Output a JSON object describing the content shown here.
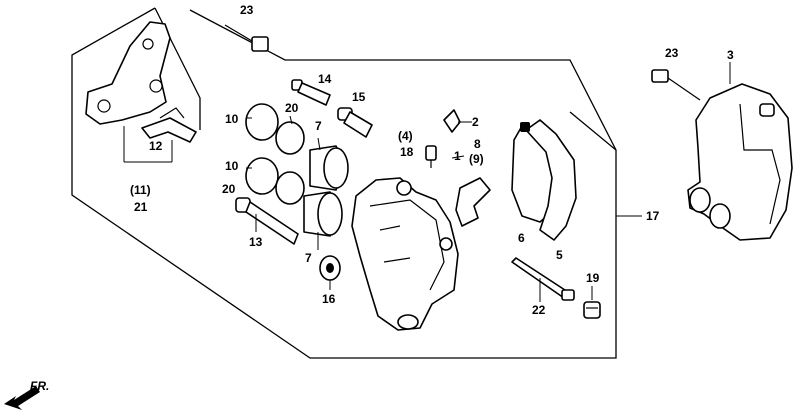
{
  "labels": {
    "l23a": "23",
    "l23b": "23",
    "l3": "3",
    "l14": "14",
    "l15": "15",
    "l20a": "20",
    "l20b": "20",
    "l10a": "10",
    "l10b": "10",
    "l7a": "7",
    "l7b": "7",
    "l12": "12",
    "l11": "(11)",
    "l21": "21",
    "l4": "(4)",
    "l18": "18",
    "l2": "2",
    "l1": "1",
    "l8": "8",
    "l9": "(9)",
    "l6": "6",
    "l5": "5",
    "l17": "17",
    "l13": "13",
    "l16": "16",
    "l22": "22",
    "l19": "19"
  },
  "direction_label": "FR."
}
